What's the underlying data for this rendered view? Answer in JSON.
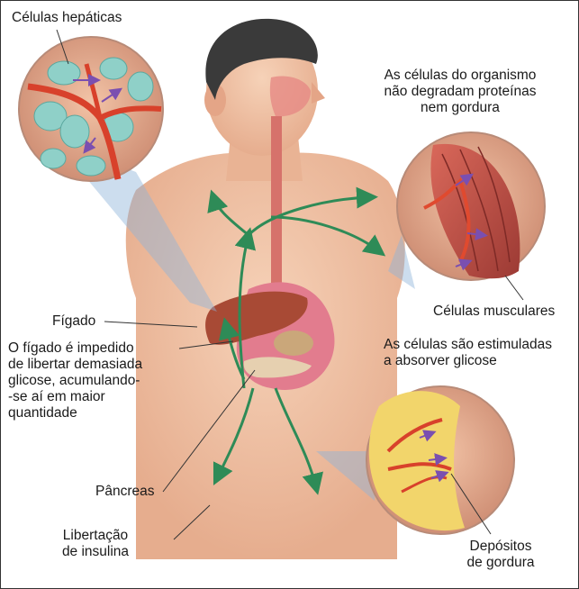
{
  "labels": {
    "hepatic_cells": "Células hepáticas",
    "body_cells_note": "As células do organismo\nnão degradam proteínas\nnem gordura",
    "muscle_cells": "Células musculares",
    "liver": "Fígado",
    "liver_note": "O fígado é impedido\nde libertar demasiada\nglicose, acumulando-\n-se aí em maior\nquantidade",
    "stimulated_cells": "As células são estimuladas\na absorver glicose",
    "pancreas": "Pâncreas",
    "insulin_release": "Libertação\nde insulina",
    "fat_deposits": "Depósitos\nde gordura"
  },
  "colors": {
    "arrow_green": "#2e8b57",
    "skin": "#f0c4a6",
    "vessel_red": "#d8412b",
    "cell_teal": "#8fd0c8",
    "muscle": "#c0504d",
    "fat_yellow": "#f2d56b",
    "purple_arrow": "#7a4fb0",
    "liver": "#a84a35",
    "hair": "#3a3a3a"
  }
}
